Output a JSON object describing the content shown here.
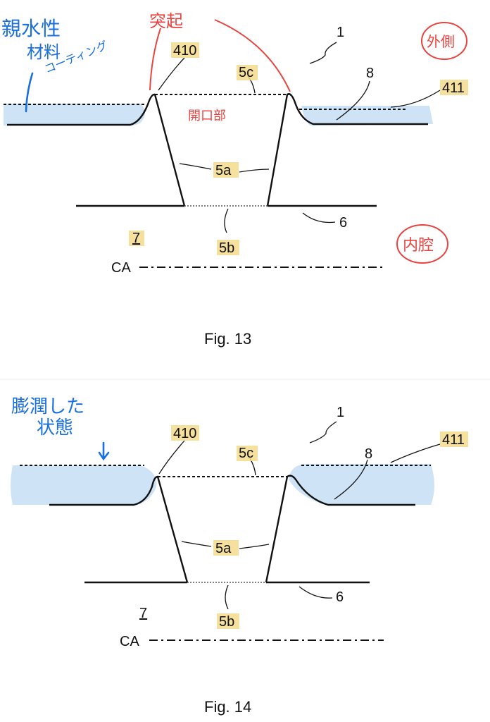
{
  "fig13": {
    "caption": "Fig. 13",
    "ref_device": "1",
    "ref_protrusion": "410",
    "ref_edge": "411",
    "ref_opening_top": "5c",
    "ref_wall": "5a",
    "ref_opening_bottom": "5b",
    "ref_inner_surface": "6",
    "ref_lumen": "7",
    "ref_coating": "8",
    "axis_label": "CA",
    "note_hydrophilic_l1": "親水性",
    "note_hydrophilic_l2": "材料",
    "note_hydrophilic_l3": "コーティング",
    "note_protrusion": "突起",
    "note_opening": "開口部",
    "note_outside": "外側",
    "note_lumen": "内腔"
  },
  "fig14": {
    "caption": "Fig. 14",
    "ref_device": "1",
    "ref_protrusion": "410",
    "ref_edge": "411",
    "ref_opening_top": "5c",
    "ref_wall": "5a",
    "ref_opening_bottom": "5b",
    "ref_inner_surface": "6",
    "ref_lumen": "7",
    "ref_coating": "8",
    "axis_label": "CA",
    "note_wet_l1": "膨潤した",
    "note_wet_l2": "状態"
  },
  "colors": {
    "annotation_blue": "#1a6fe0",
    "annotation_red": "#e8433f",
    "coating_fill": "#cfe3f6",
    "label_highlight": "#f3dc8c"
  }
}
